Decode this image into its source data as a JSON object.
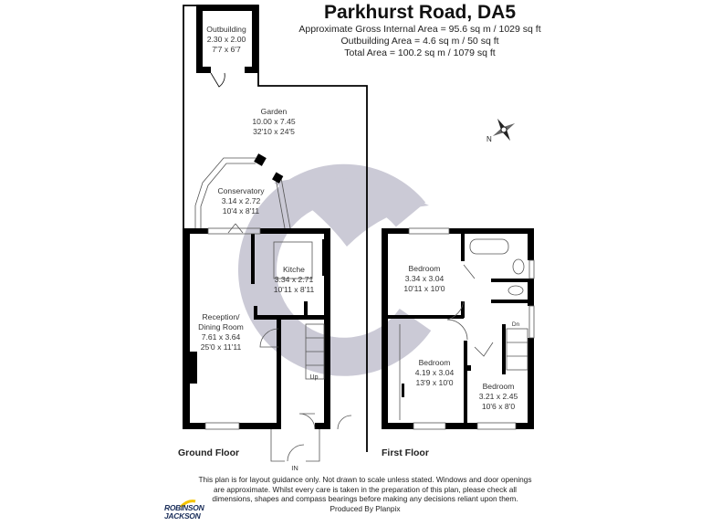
{
  "header": {
    "title": "Parkhurst Road, DA5",
    "areas": [
      "Approximate Gross Internal Area = 95.6 sq m / 1029 sq ft",
      "Outbuilding Area = 4.6 sq m / 50 sq ft",
      "Total Area = 100.2 sq m / 1079 sq ft"
    ]
  },
  "compass": {
    "label": "N"
  },
  "ground_floor": {
    "label": "Ground Floor",
    "entrance_label": "IN",
    "stair_label": "Up",
    "rooms": [
      {
        "name": "Outbuilding",
        "metric": "2.30 x 2.00",
        "imperial": "7'7 x 6'7"
      },
      {
        "name": "Garden",
        "metric": "10.00 x 7.45",
        "imperial": "32'10 x 24'5"
      },
      {
        "name": "Conservatory",
        "metric": "3.14 x 2.72",
        "imperial": "10'4 x 8'11"
      },
      {
        "name": "Kitche",
        "metric": "3.34 x 2.71",
        "imperial": "10'11 x 8'11"
      },
      {
        "name": "Reception/",
        "name2": "Dining Room",
        "metric": "7.61 x 3.64",
        "imperial": "25'0 x 11'11"
      }
    ]
  },
  "first_floor": {
    "label": "First Floor",
    "stair_label": "Dn",
    "rooms": [
      {
        "name": "Bedroom",
        "metric": "3.34 x 3.04",
        "imperial": "10'11 x 10'0"
      },
      {
        "name": "Bedroom",
        "metric": "4.19 x 3.04",
        "imperial": "13'9 x 10'0"
      },
      {
        "name": "Bedroom",
        "metric": "3.21 x 2.45",
        "imperial": "10'6 x 8'0"
      }
    ]
  },
  "footer": {
    "disclaimer": [
      "This plan is for layout guidance only. Not drawn to scale unless stated. Windows and door openings",
      "are approximate. Whilst every care is taken in the preparation of this plan, please check all",
      "dimensions, shapes and compass bearings before making any decisions reliant upon them.",
      "Produced By Planpix"
    ],
    "logo": [
      "ROBINSON",
      "JACKSON"
    ]
  },
  "colors": {
    "wall": "#000000",
    "watermark": "#a9a7bb",
    "logo_accent": "#f5c400",
    "logo_text": "#1a2e5a"
  }
}
